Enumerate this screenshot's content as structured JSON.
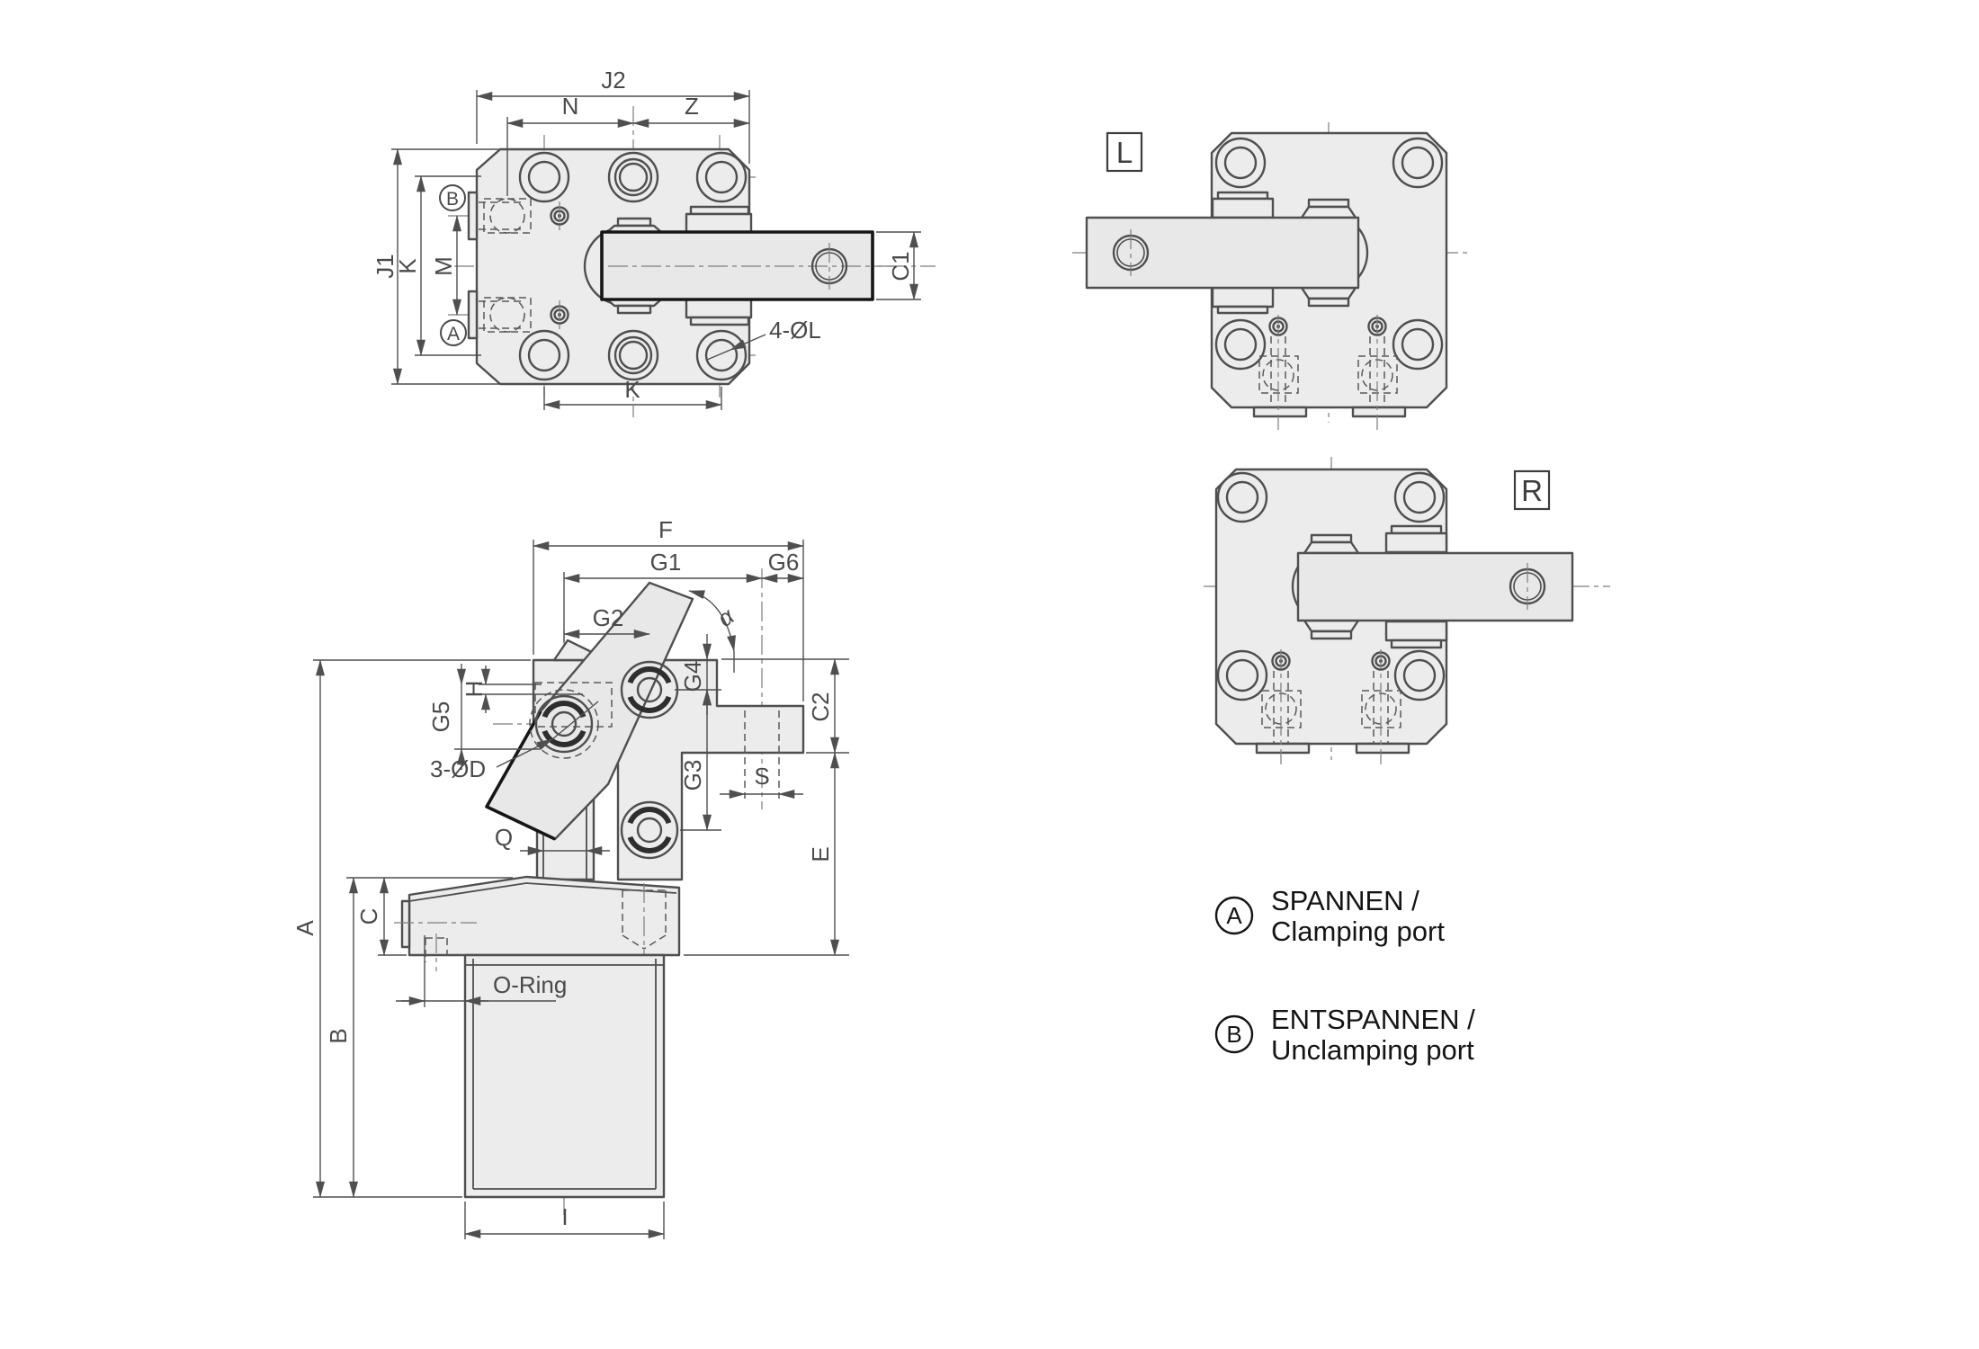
{
  "views": {
    "top": {
      "dims": {
        "j2": "J2",
        "n": "N",
        "z": "Z",
        "j1": "J1",
        "k_left": "K",
        "m": "M",
        "k_bottom": "K",
        "c1": "C1",
        "holes": "4-ØL"
      },
      "ports": {
        "b": "B",
        "a": "A"
      }
    },
    "front": {
      "dims": {
        "f": "F",
        "g1": "G1",
        "g6": "G6",
        "g2": "G2",
        "alpha": "α",
        "g4": "G4",
        "g3": "G3",
        "g5": "G5",
        "h": "H",
        "pins": "3-ØD",
        "c2": "C2",
        "s": "S",
        "e": "E",
        "q": "Q",
        "a": "A",
        "b": "B",
        "c": "C",
        "i": "I",
        "oring": "O-Ring"
      }
    },
    "variant_left": {
      "tag": "L"
    },
    "variant_right": {
      "tag": "R"
    }
  },
  "legend": {
    "items": [
      {
        "symbol": "A",
        "line1": "SPANNEN /",
        "line2": "Clamping port"
      },
      {
        "symbol": "B",
        "line1": "ENTSPANNEN /",
        "line2": "Unclamping port"
      }
    ]
  }
}
